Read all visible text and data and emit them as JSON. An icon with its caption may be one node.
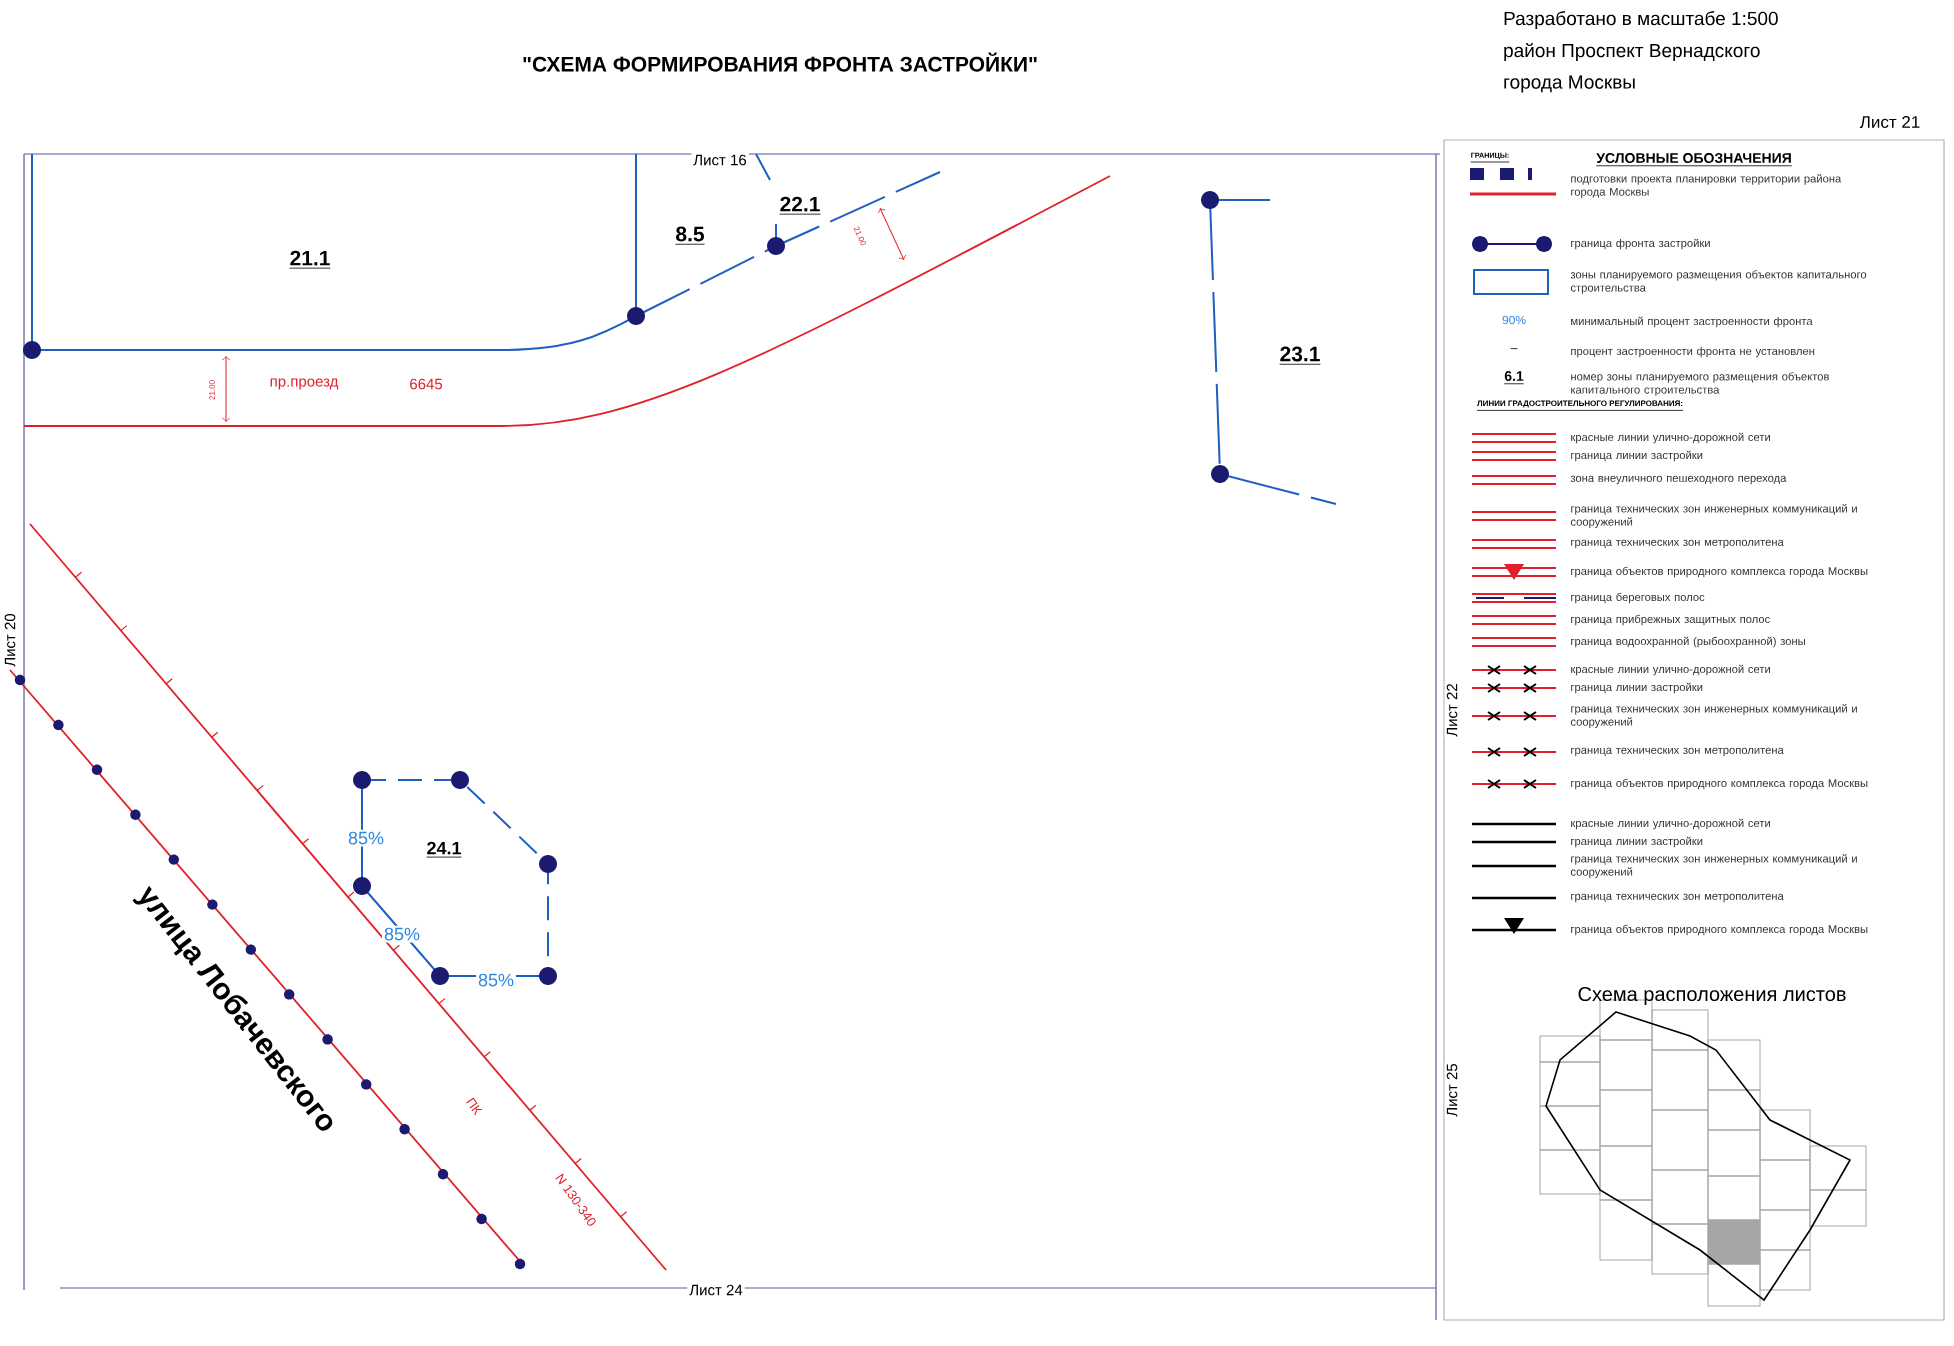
{
  "diagram": {
    "title": "\"СХЕМА ФОРМИРОВАНИЯ ФРОНТА ЗАСТРОЙКИ\"",
    "labels": [
      "Разработано в масштабе 1:500",
      "район Проспект Вернадского",
      "города Москвы",
      "Лист 21",
      "Лист 16",
      "21.1",
      "8.5",
      "22.1",
      "21.00",
      "23.1",
      "Лист 20",
      "21.00",
      "пр.проезд",
      "6645",
      "85%",
      "24.1",
      "85%",
      "85%",
      "улица Лобачевского",
      "ПК",
      "N 130-340",
      "Лист 24",
      "УСЛОВНЫЕ ОБОЗНАЧЕНИЯ",
      "ГРАНИЦЫ:",
      "90%",
      "–",
      "6.1",
      "ЛИНИИ ГРАДОСТРОИТЕЛЬНОГО РЕГУЛИРОВАНИЯ:",
      "Лист 22",
      "Лист 25",
      "Схема расположения листов"
    ],
    "legend": [
      {
        "text": "подготовки проекта планировки территории района города Москвы"
      },
      {
        "text": "граница фронта застройки"
      },
      {
        "text": "зоны планируемого размещения объектов капитального строительства"
      },
      {
        "text": "минимальный процент застроенности фронта"
      },
      {
        "text": "процент застроенности фронта не установлен"
      },
      {
        "text": "номер зоны планируемого размещения объектов капитального строительства"
      },
      {
        "text": "красные линии улично-дорожной сети"
      },
      {
        "text": "граница линии застройки"
      },
      {
        "text": "зона внеуличного пешеходного перехода"
      },
      {
        "text": "граница технических зон инженерных коммуникаций и сооружений"
      },
      {
        "text": "граница технических зон метрополитена"
      },
      {
        "text": "граница объектов природного комплекса города Москвы"
      },
      {
        "text": "граница береговых полос"
      },
      {
        "text": "граница прибрежных защитных полос"
      },
      {
        "text": "граница водоохранной (рыбоохранной) зоны"
      },
      {
        "text": "красные линии улично-дорожной сети"
      },
      {
        "text": "граница линии застройки"
      },
      {
        "text": "граница технических зон инженерных коммуникаций и сооружений"
      },
      {
        "text": "граница технических зон метрополитена"
      },
      {
        "text": "граница объектов природного комплекса города Москвы"
      },
      {
        "text": "красные линии улично-дорожной сети"
      },
      {
        "text": "граница линии застройки"
      },
      {
        "text": "граница технических зон инженерных коммуникаций и сооружений"
      },
      {
        "text": "граница технических зон метрополитена"
      },
      {
        "text": "граница объектов природного комплекса города Москвы"
      }
    ]
  }
}
